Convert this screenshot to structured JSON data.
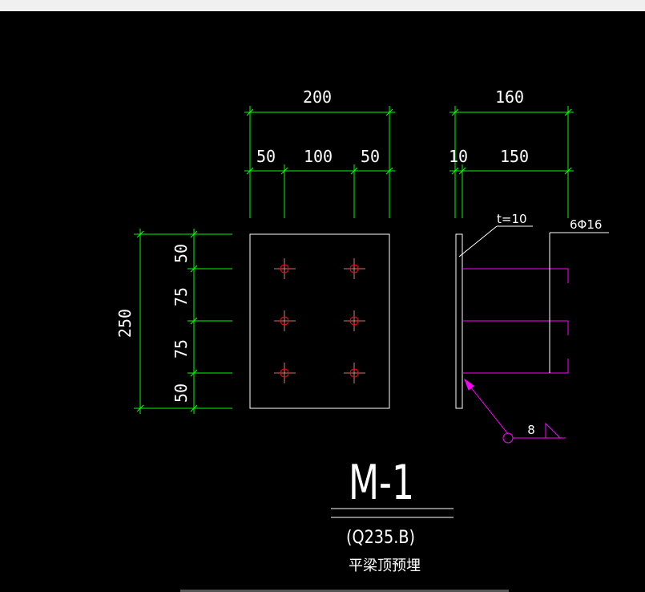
{
  "colors": {
    "background": "#000000",
    "dimension": "#00ff00",
    "outline": "#ffffff",
    "bolt": "#ff0000",
    "anchor": "#ff00ff"
  },
  "front_dims": {
    "overall_width": "200",
    "seg_1": "50",
    "seg_2": "100",
    "seg_3": "50",
    "overall_height": "250",
    "vseg_1": "50",
    "vseg_2": "75",
    "vseg_3": "75",
    "vseg_4": "50"
  },
  "side_dims": {
    "overall_width": "160",
    "seg_1": "10",
    "seg_2": "150"
  },
  "labels": {
    "thickness": "t=10",
    "anchors": "6Φ16",
    "weld_size": "8"
  },
  "title": {
    "mark": "M-1",
    "material": "(Q235.B)",
    "note": "平梁顶预埋"
  }
}
